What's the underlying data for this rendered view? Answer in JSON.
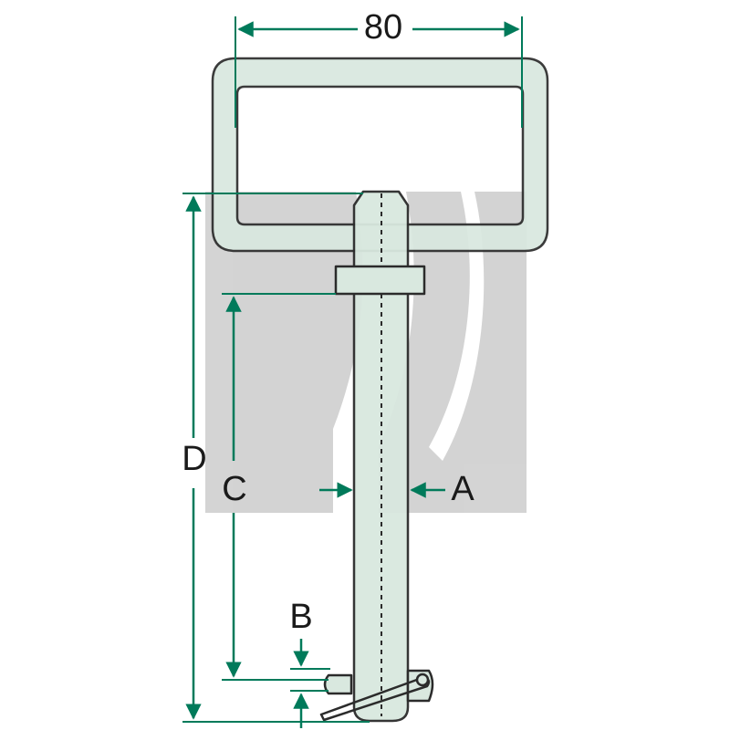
{
  "labels": {
    "width": "80",
    "a": "A",
    "b": "B",
    "c": "C",
    "d": "D"
  },
  "colors": {
    "dimension": "#007a5a",
    "metal": "#d9e8df",
    "outline": "#2b2b2b",
    "watermark": "#cccccc",
    "text": "#1a1a1a"
  }
}
